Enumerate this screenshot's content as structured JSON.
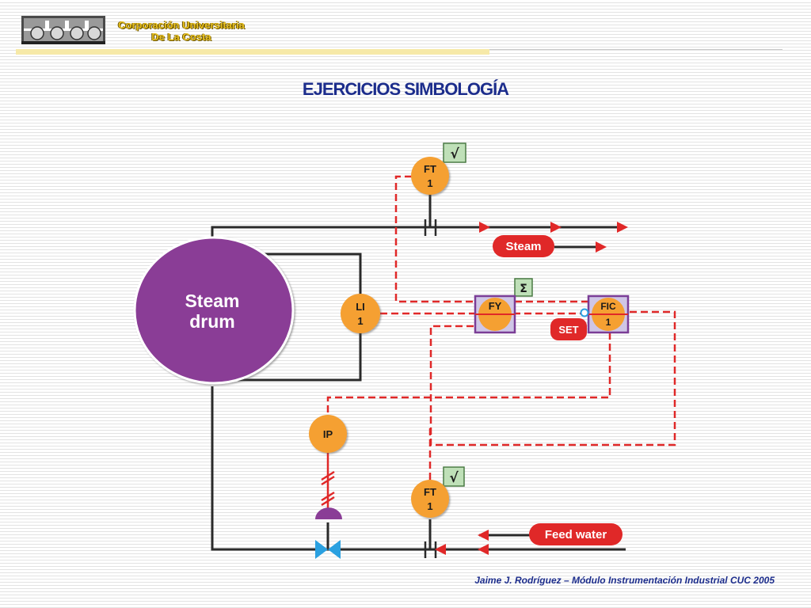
{
  "header": {
    "org_line1": "Corporación  Universitaria",
    "org_line2": "De  La  Costa"
  },
  "title": "EJERCICIOS SIMBOLOGÍA",
  "diagram": {
    "steam_drum_line1": "Steam",
    "steam_drum_line2": "drum",
    "instruments": {
      "ft_top": {
        "tag": "FT",
        "num": "1"
      },
      "li": {
        "tag": "LI",
        "num": "1"
      },
      "fy": {
        "tag": "FY",
        "num": ""
      },
      "fic": {
        "tag": "FIC",
        "num": "1"
      },
      "ip": {
        "tag": "IP",
        "num": ""
      },
      "ft_bottom": {
        "tag": "FT",
        "num": "1"
      }
    },
    "function_blocks": {
      "sqrt_top": "√",
      "sum": "Σ",
      "sqrt_bottom": "√"
    },
    "labels": {
      "steam": "Steam",
      "set": "SET",
      "feed_water": "Feed water"
    },
    "colors": {
      "drum": "#8a3d96",
      "instrument": "#f5a032",
      "signal": "#e02828",
      "process_line": "#2a2a2a",
      "valve": "#2aa0e0",
      "title": "#1c2d8c"
    }
  },
  "footer": "Jaime J. Rodríguez – Módulo Instrumentación Industrial  CUC 2005"
}
